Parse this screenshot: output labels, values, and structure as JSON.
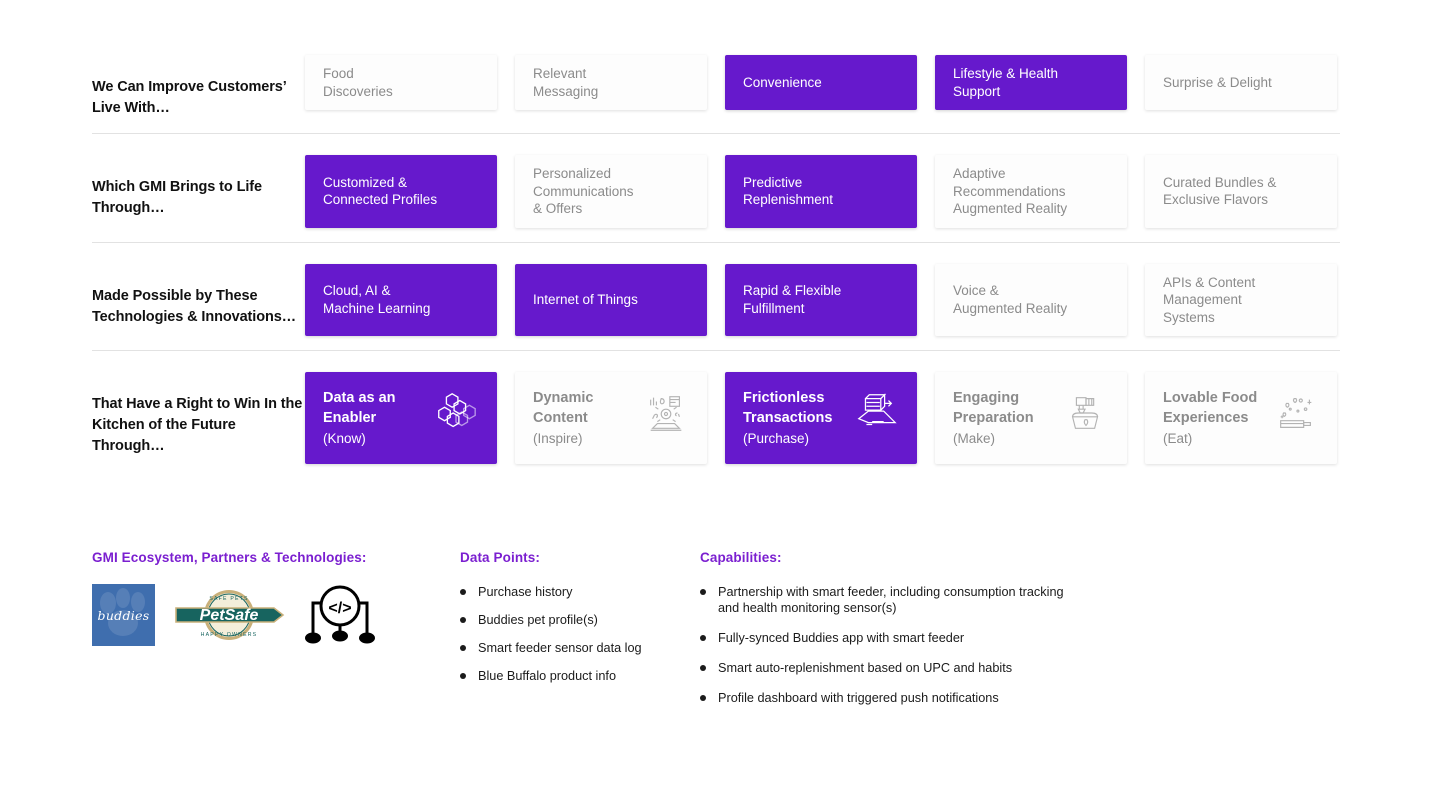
{
  "theme": {
    "accent": "#6619CC",
    "heading_purple": "#7B1FD0",
    "muted_text": "#8B8B8B"
  },
  "matrix": {
    "rows": [
      {
        "label": "We Can Improve\nCustomers’ Live\nWith…",
        "cards": [
          {
            "text": "Food\nDiscoveries",
            "active": false
          },
          {
            "text": "Relevant\nMessaging",
            "active": false
          },
          {
            "text": "Convenience",
            "active": true
          },
          {
            "text": "Lifestyle & Health\nSupport",
            "active": true
          },
          {
            "text": "Surprise & Delight",
            "active": false
          }
        ]
      },
      {
        "label": "Which GMI\nBrings to Life\nThrough…",
        "cards": [
          {
            "text": "Customized &\nConnected Profiles",
            "active": true
          },
          {
            "text": "Personalized\nCommunications\n& Offers",
            "active": false
          },
          {
            "text": "Predictive\nReplenishment",
            "active": true
          },
          {
            "text": "Adaptive\nRecommendations\nAugmented Reality",
            "active": false
          },
          {
            "text": "Curated Bundles &\nExclusive Flavors",
            "active": false
          }
        ]
      },
      {
        "label": "Made Possible by These\nTechnologies &\nInnovations…",
        "cards": [
          {
            "text": "Cloud, AI &\nMachine Learning",
            "active": true
          },
          {
            "text": "Internet of Things",
            "active": true
          },
          {
            "text": "Rapid & Flexible\nFulfillment",
            "active": true
          },
          {
            "text": "Voice &\nAugmented Reality",
            "active": false
          },
          {
            "text": "APIs & Content\nManagement\nSystems",
            "active": false
          }
        ]
      },
      {
        "label": "That Have a Right to\nWin In the Kitchen of\nthe Future\nThrough…",
        "cards": [
          {
            "title": "Data as an\nEnabler",
            "subtitle": "(Know)",
            "icon": "hexagon-cluster-icon",
            "active": true
          },
          {
            "title": "Dynamic\nContent",
            "subtitle": "(Inspire)",
            "icon": "media-content-icon",
            "active": false
          },
          {
            "title": "Frictionless\nTransactions",
            "subtitle": "(Purchase)",
            "icon": "checkout-conveyor-icon",
            "active": true
          },
          {
            "title": "Engaging\nPreparation",
            "subtitle": "(Make)",
            "icon": "mixer-cooking-icon",
            "active": false
          },
          {
            "title": "Lovable Food\nExperiences",
            "subtitle": "(Eat)",
            "icon": "plate-sparkle-icon",
            "active": false
          }
        ]
      }
    ]
  },
  "bottom": {
    "ecosystem": {
      "heading": "GMI Ecosystem, Partners & Technologies:",
      "logos": [
        {
          "name": "buddies-logo",
          "label": "buddies"
        },
        {
          "name": "petsafe-logo",
          "label": "PetSafe",
          "ribbon_top": "SAFE PETS",
          "ribbon_bottom": "HAPPY OWNERS"
        },
        {
          "name": "code-api-logo",
          "label": "</>"
        }
      ]
    },
    "data_points": {
      "heading": "Data Points:",
      "items": [
        "Purchase history",
        "Buddies pet profile(s)",
        "Smart feeder sensor data log",
        "Blue Buffalo product info"
      ]
    },
    "capabilities": {
      "heading": "Capabilities:",
      "items": [
        "Partnership with smart feeder, including consumption tracking and health monitoring sensor(s)",
        "Fully-synced Buddies app with smart feeder",
        "Smart auto-replenishment based on UPC and habits",
        "Profile dashboard with triggered push notifications"
      ]
    }
  }
}
